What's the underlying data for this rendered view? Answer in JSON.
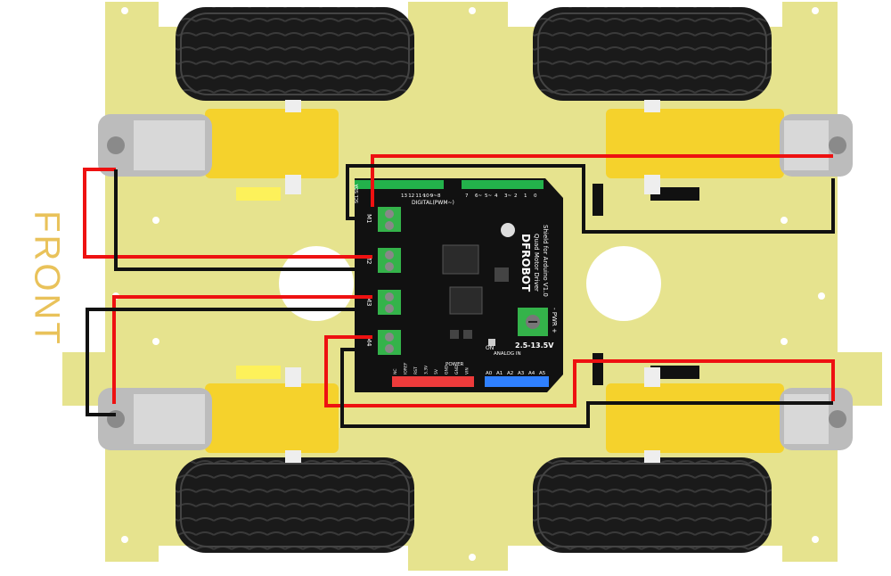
{
  "front_label": "FRONT",
  "board": {
    "brand": "DFROBOT",
    "subtitle_line1": "Quad Motor Driver",
    "subtitle_line2": "Shield for Arduino V1.0",
    "digital_label": "DIGITAL(PWM~)",
    "digital_pins": [
      "13",
      "12",
      "11~",
      "10~",
      "9~",
      "8",
      "7",
      "6~",
      "5~",
      "4",
      "3~",
      "2",
      "1",
      "0"
    ],
    "scl_sda": "SCL SDA",
    "motor_labels": [
      "M1",
      "M2",
      "M3",
      "M4"
    ],
    "power_label": "POWER",
    "power_pins": [
      "NC",
      "IOREF",
      "RST",
      "3.3V",
      "5V",
      "GND",
      "GND",
      "VIN"
    ],
    "analog_label": "ANALOG IN",
    "analog_pins": [
      "A0",
      "A1",
      "A2",
      "A3",
      "A4",
      "A5"
    ],
    "pwr_label": "- PWR +",
    "voltage": "2.5-13.5V",
    "on_label": "ON"
  },
  "colors": {
    "chassis": "#e6e38e",
    "motor": "#f5d22c",
    "pcb": "#111111",
    "terminal": "#34b34a",
    "wire_red": "#ee1111",
    "wire_black": "#111111"
  }
}
